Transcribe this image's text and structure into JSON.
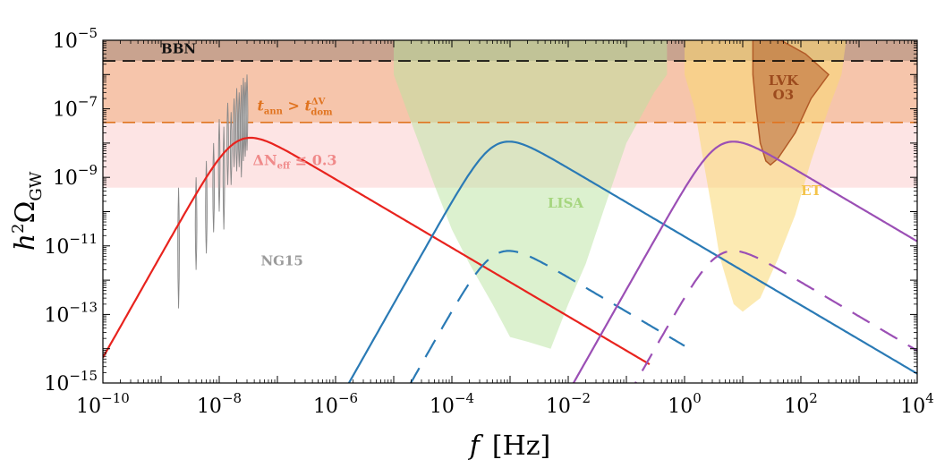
{
  "chart_data": {
    "type": "line",
    "xscale": "log",
    "yscale": "log",
    "xlim": [
      1e-10,
      10000
    ],
    "ylim": [
      1e-15,
      1e-05
    ],
    "xlabel": "f  [Hz]",
    "ylabel": "h²Ω_GW",
    "x_ticks": [
      {
        "value": 1e-10,
        "base": "10",
        "exp": "−10"
      },
      {
        "value": 1e-08,
        "base": "10",
        "exp": "−8"
      },
      {
        "value": 1e-06,
        "base": "10",
        "exp": "−6"
      },
      {
        "value": 0.0001,
        "base": "10",
        "exp": "−4"
      },
      {
        "value": 0.01,
        "base": "10",
        "exp": "−2"
      },
      {
        "value": 1,
        "base": "10",
        "exp": "0"
      },
      {
        "value": 100,
        "base": "10",
        "exp": "2"
      },
      {
        "value": 10000,
        "base": "10",
        "exp": "4"
      }
    ],
    "y_ticks": [
      {
        "value": 1e-05,
        "base": "10",
        "exp": "−5"
      },
      {
        "value": 1e-07,
        "base": "10",
        "exp": "−7"
      },
      {
        "value": 1e-09,
        "base": "10",
        "exp": "−9"
      },
      {
        "value": 1e-11,
        "base": "10",
        "exp": "−11"
      },
      {
        "value": 1e-13,
        "base": "10",
        "exp": "−13"
      },
      {
        "value": 1e-15,
        "base": "10",
        "exp": "−15"
      }
    ],
    "bands": [
      {
        "label": "ΔN_eff ≤ 0.3",
        "y_from": 5e-10,
        "y_to": 1e-05,
        "color": "#fde4e4"
      },
      {
        "label": "t_ann > t_dom^ΔV",
        "y_from": 4e-08,
        "y_to": 1e-05,
        "color": "#f6c5ab"
      },
      {
        "label": "BBN",
        "y_from": 2.5e-06,
        "y_to": 1e-05,
        "color": "#c9a38f"
      }
    ],
    "threshold_lines": [
      {
        "name": "BBN",
        "y": 2.5e-06,
        "color": "#000000"
      },
      {
        "name": "t_ann > t_dom^ΔV",
        "y": 4e-08,
        "color": "#e0731f"
      }
    ],
    "sensitivity_regions": [
      {
        "name": "LISA",
        "color": "#b9e3a0",
        "opacity": 0.5,
        "points": [
          [
            1e-05,
            1e-05
          ],
          [
            0.5,
            1e-05
          ],
          [
            0.5,
            1e-06
          ],
          [
            0.3,
            3e-07
          ],
          [
            0.1,
            1e-08
          ],
          [
            0.04,
            1e-10
          ],
          [
            0.02,
            3e-12
          ],
          [
            0.01,
            2e-13
          ],
          [
            0.005,
            1e-14
          ],
          [
            0.002,
            1.6e-14
          ],
          [
            0.001,
            2.2e-14
          ],
          [
            0.0005,
            2e-13
          ],
          [
            0.0002,
            3e-12
          ],
          [
            0.0001,
            3e-11
          ],
          [
            5e-05,
            6e-10
          ],
          [
            2e-05,
            4e-08
          ],
          [
            1e-05,
            1e-06
          ]
        ]
      },
      {
        "name": "ET",
        "color": "#f9d872",
        "opacity": 0.55,
        "points": [
          [
            1,
            1e-05
          ],
          [
            600,
            1e-05
          ],
          [
            500,
            1e-06
          ],
          [
            300,
            1e-07
          ],
          [
            150,
            3e-09
          ],
          [
            80,
            8e-11
          ],
          [
            40,
            4e-12
          ],
          [
            20,
            3e-13
          ],
          [
            10,
            1.2e-13
          ],
          [
            7,
            2e-13
          ],
          [
            4,
            5e-12
          ],
          [
            3,
            1e-10
          ],
          [
            2,
            5e-09
          ],
          [
            1.5,
            1e-07
          ],
          [
            1,
            1e-06
          ]
        ]
      },
      {
        "name": "LVK O3",
        "color": "#b5632f",
        "opacity": 0.55,
        "points": [
          [
            15,
            1e-05
          ],
          [
            45,
            1e-05
          ],
          [
            120,
            4e-06
          ],
          [
            300,
            1e-06
          ],
          [
            150,
            2e-07
          ],
          [
            80,
            2e-08
          ],
          [
            40,
            3.5e-09
          ],
          [
            30,
            2.3e-09
          ],
          [
            25,
            3e-09
          ],
          [
            20,
            1e-08
          ],
          [
            17,
            1e-07
          ],
          [
            15,
            1e-06
          ]
        ]
      }
    ],
    "spectrum_peaks": [
      {
        "name": "red",
        "color": "#e8231e",
        "dash": "",
        "peak_x": 2e-08,
        "peak_y": 1.1e-08,
        "low_slope": 3,
        "high_slope": -1,
        "x_from": 1e-10,
        "x_to": 0.25
      },
      {
        "name": "blue solid",
        "color": "#2a7ab5",
        "dash": "",
        "peak_x": 0.00055,
        "peak_y": 8.5e-09,
        "low_slope": 3,
        "high_slope": -1,
        "x_from": 1e-06,
        "x_to": 10000
      },
      {
        "name": "blue dashed",
        "color": "#2a7ab5",
        "dash": "22 14",
        "peak_x": 0.00055,
        "peak_y": 5.5e-12,
        "low_slope": 3,
        "high_slope": -1,
        "x_from": 1e-05,
        "x_to": 1
      },
      {
        "name": "purple solid",
        "color": "#9b4fb5",
        "dash": "",
        "peak_x": 4,
        "peak_y": 8.5e-09,
        "low_slope": 3,
        "high_slope": -1,
        "x_from": 0.01,
        "x_to": 10000
      },
      {
        "name": "purple dashed",
        "color": "#9b4fb5",
        "dash": "22 14",
        "peak_x": 4,
        "peak_y": 5.5e-12,
        "low_slope": 3,
        "high_slope": -1,
        "x_from": 0.1,
        "x_to": 10000
      }
    ],
    "ng15": {
      "name": "NG15",
      "color": "#888888",
      "freqs": [
        2e-09,
        4e-09,
        6e-09,
        8e-09,
        1e-08,
        1.2e-08,
        1.4e-08,
        1.6e-08,
        1.8e-08,
        2e-08,
        2.2e-08,
        2.4e-08,
        2.6e-08,
        2.8e-08,
        3e-08
      ],
      "lo": [
        1.5e-13,
        2e-12,
        6e-12,
        2.5e-11,
        1e-10,
        3e-11,
        6e-10,
        6e-10,
        2e-09,
        1.5e-09,
        2e-09,
        1e-09,
        3e-09,
        4e-09,
        6e-09
      ],
      "hi": [
        5e-10,
        1e-09,
        3e-09,
        1e-08,
        5e-08,
        3e-08,
        1.5e-07,
        8e-08,
        2e-07,
        4e-07,
        3e-07,
        5e-07,
        8e-07,
        6e-07,
        1e-06
      ]
    },
    "annotations": [
      {
        "name": "bbn-label",
        "text": "BBN",
        "x": 2e-09,
        "y": 4.2e-06,
        "color": "#111111",
        "size": 15
      },
      {
        "name": "lvk-label-1",
        "text": "LVK",
        "x": 50,
        "y": 5e-07,
        "color": "#9c4a1d",
        "size": 15
      },
      {
        "name": "lvk-label-2",
        "text": "O3",
        "x": 50,
        "y": 1.9e-07,
        "color": "#9c4a1d",
        "size": 15
      },
      {
        "name": "neff-label",
        "text": "ΔN_eff ≤ 0.3",
        "x": 2e-07,
        "y": 2.3e-09,
        "color": "#f08a8a",
        "size": 16
      },
      {
        "name": "lisa-label",
        "text": "LISA",
        "x": 0.009,
        "y": 1.3e-10,
        "color": "#a6d67f",
        "size": 15
      },
      {
        "name": "et-label",
        "text": "ET",
        "x": 150,
        "y": 3e-10,
        "color": "#f4c34a",
        "size": 15
      },
      {
        "name": "ng15-label",
        "text": "NG15",
        "x": 1.2e-07,
        "y": 2.7e-12,
        "color": "#9a9a9a",
        "size": 15
      },
      {
        "name": "tann-label",
        "text": "t_ann > t_dom^ΔV",
        "x": 2e-07,
        "y": 9e-08,
        "color": "#e0731f",
        "size": 16
      }
    ]
  }
}
